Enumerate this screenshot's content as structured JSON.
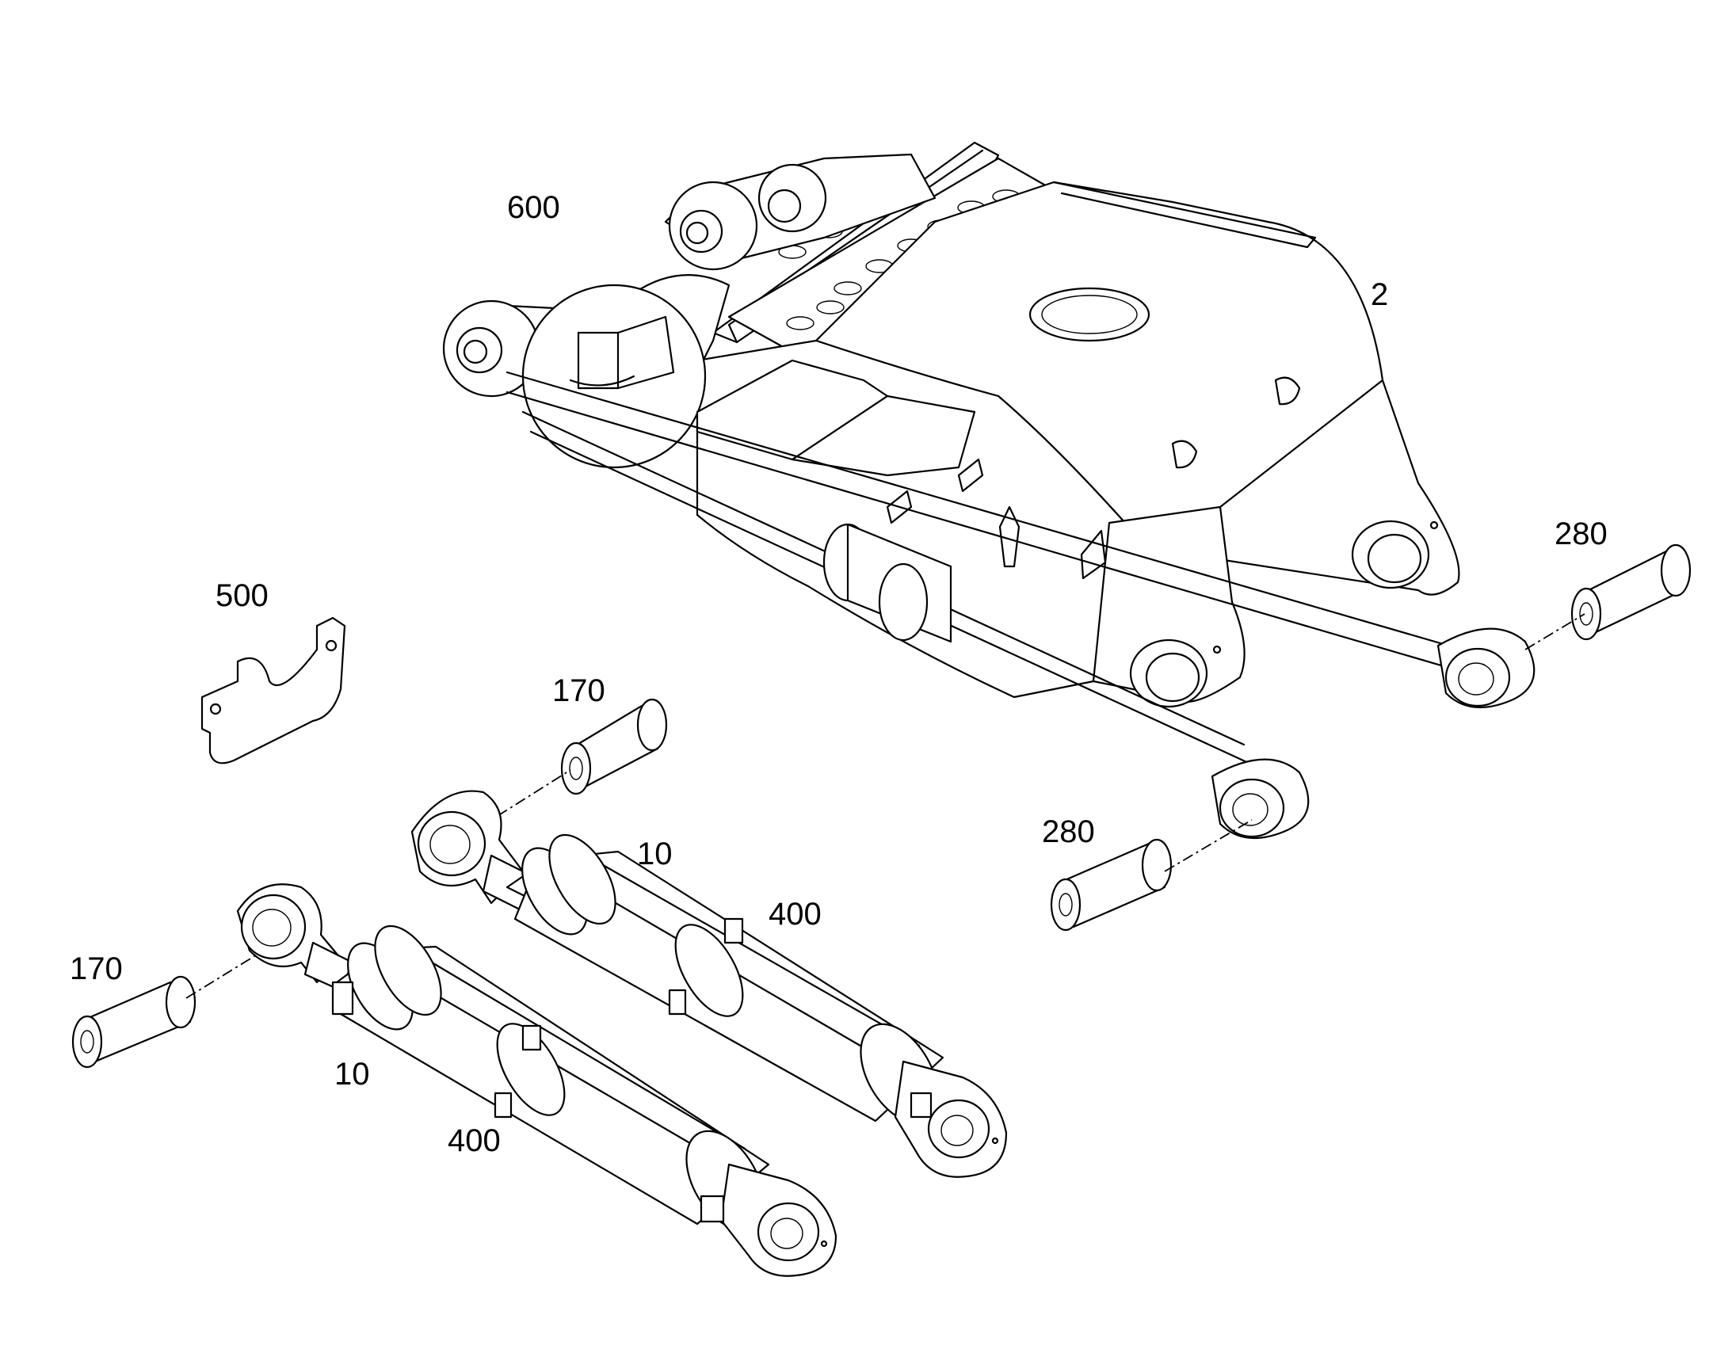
{
  "callouts": {
    "main_frame": "2",
    "upper_assembly": "600",
    "plate": "500",
    "pin_upper_left": "170",
    "pin_lower_left": "170",
    "cylinder_upper": "10",
    "cylinder_lower": "10",
    "clamp_upper": "400",
    "clamp_lower": "400",
    "pin_right": "280",
    "pin_center": "280"
  },
  "colors": {
    "line": "#000000",
    "background": "#ffffff"
  }
}
